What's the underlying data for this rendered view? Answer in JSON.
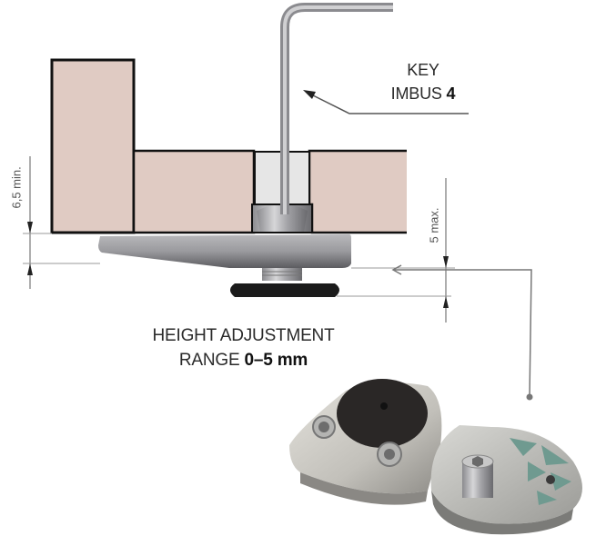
{
  "diagram": {
    "type": "technical-cross-section",
    "subject": "furniture leveling foot with height adjustment"
  },
  "labels": {
    "key_line1": "KEY",
    "key_line2_prefix": "IMBUS",
    "key_line2_value": "4",
    "height_line1": "HEIGHT ADJUSTMENT",
    "height_line2_prefix": "RANGE",
    "height_line2_value": "0–5 mm",
    "dim_left": "6,5 min.",
    "dim_right": "5 max."
  },
  "colors": {
    "panel_fill": "#e0cbc3",
    "panel_stroke": "#111111",
    "metal_light": "#c9c9cb",
    "metal_dark": "#6e6e72",
    "rubber": "#1b1b1b",
    "dim_line": "#777777",
    "text": "#2a2a2a"
  }
}
